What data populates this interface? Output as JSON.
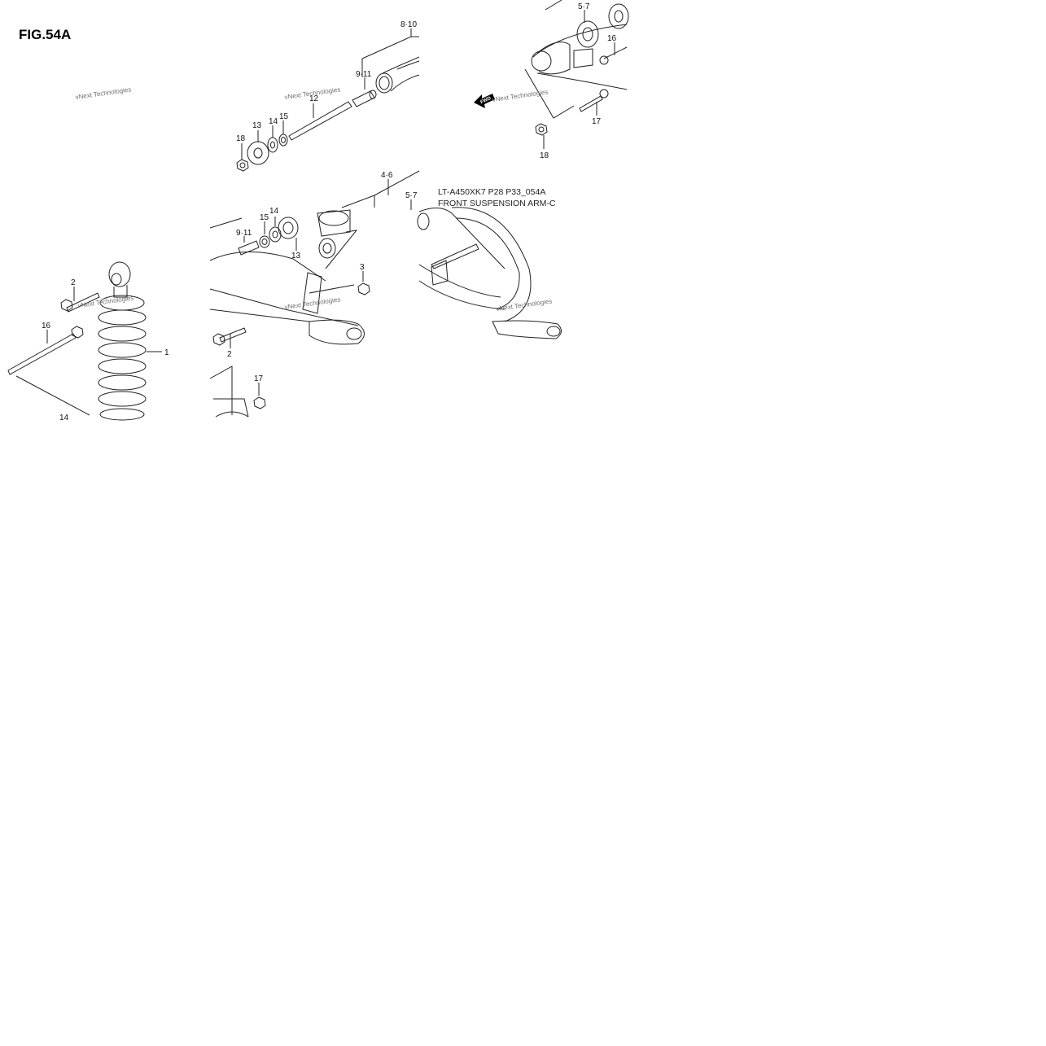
{
  "figure": {
    "title": "FIG.54A",
    "code_line1": "LT-A450XK7 P28 P33_054A",
    "code_line2": "FRONT SUSPENSION ARM-C"
  },
  "watermark": "vNext Technologies",
  "fwd_badge": "FWD",
  "part_labels": [
    "1",
    "2",
    "2",
    "3",
    "4·6",
    "5·7",
    "5·7",
    "8·10",
    "9·11",
    "9·11",
    "12",
    "13",
    "13",
    "14",
    "14",
    "14",
    "15",
    "15",
    "16",
    "16",
    "17",
    "17",
    "18",
    "18"
  ],
  "colors": {
    "line": "#222222",
    "watermark": "#6f6f6f",
    "background": "#ffffff"
  }
}
